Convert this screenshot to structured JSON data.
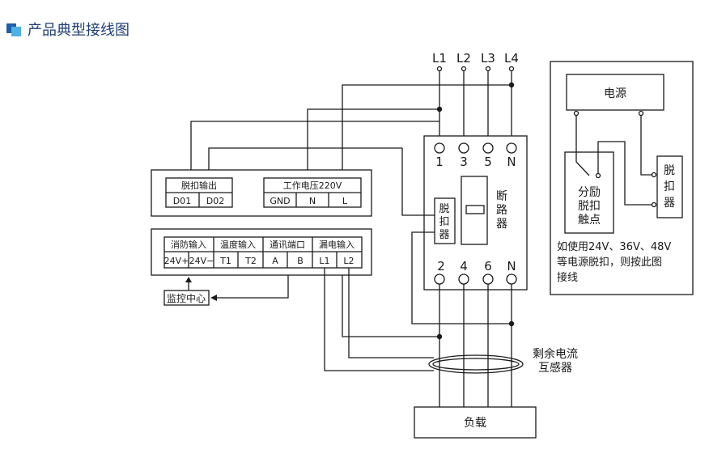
{
  "header": {
    "title": "产品典型接线图",
    "icon": "blue-squares-icon"
  },
  "terminals_top": [
    "L1",
    "L2",
    "L3",
    "L4"
  ],
  "breaker": {
    "top_labels": [
      "1",
      "3",
      "5",
      "N"
    ],
    "bottom_labels": [
      "2",
      "4",
      "6",
      "N"
    ],
    "side_label": [
      "断",
      "路",
      "器"
    ],
    "trip_label": [
      "脱",
      "扣",
      "器"
    ]
  },
  "module_top": {
    "group1_title": "脱扣输出",
    "group1_cells": [
      "D01",
      "D02"
    ],
    "group2_title": "工作电压220V",
    "group2_cells": [
      "GND",
      "N",
      "L"
    ]
  },
  "module_bottom": {
    "group_titles": [
      "消防输入",
      "温度输入",
      "通讯端口",
      "漏电输入"
    ],
    "cells": [
      "24V+",
      "24V−",
      "T1",
      "T2",
      "A",
      "B",
      "L1",
      "L2"
    ]
  },
  "monitor_label": "监控中心",
  "ct_label": [
    "剩余电流",
    "互感器"
  ],
  "load_label": "负载",
  "inset": {
    "power_label": "电源",
    "contact_label": [
      "分励",
      "脱扣",
      "触点"
    ],
    "trip_label": [
      "脱",
      "扣",
      "器"
    ],
    "note": [
      "如使用24V、36V、48V",
      "等电源脱扣，则按此图",
      "接线"
    ]
  }
}
